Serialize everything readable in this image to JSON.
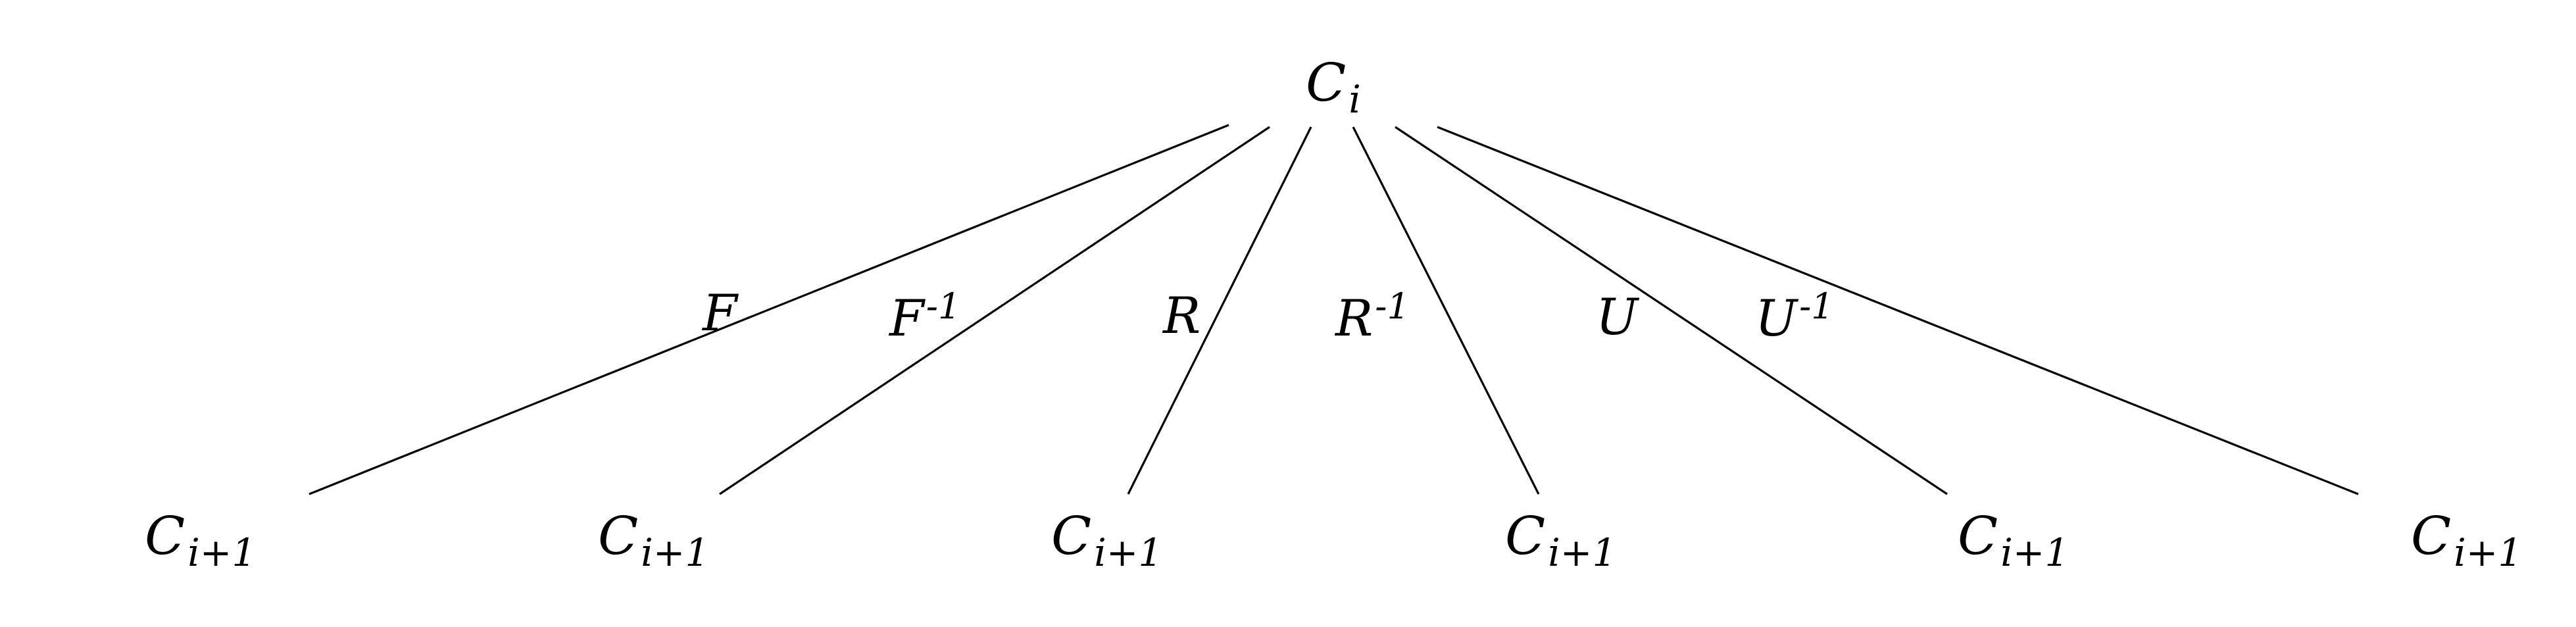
{
  "root": {
    "base": "C",
    "sub": "i"
  },
  "children": [
    {
      "base": "C",
      "sub": "i+1"
    },
    {
      "base": "C",
      "sub": "i+1"
    },
    {
      "base": "C",
      "sub": "i+1"
    },
    {
      "base": "C",
      "sub": "i+1"
    },
    {
      "base": "C",
      "sub": "i+1"
    },
    {
      "base": "C",
      "sub": "i+1"
    }
  ],
  "edges": [
    {
      "base": "F",
      "sup": ""
    },
    {
      "base": "F",
      "sup": "-1"
    },
    {
      "base": "R",
      "sup": ""
    },
    {
      "base": "R",
      "sup": "-1"
    },
    {
      "base": "U",
      "sup": ""
    },
    {
      "base": "U",
      "sup": "-1"
    }
  ]
}
